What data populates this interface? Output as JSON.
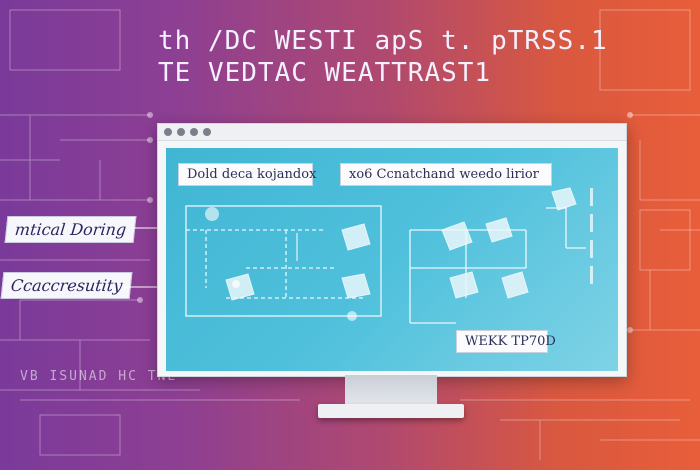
{
  "headline": {
    "line1": "th /DC WESTI apS t. pTRSS.1",
    "line2": "TE VEDTAC  WEATTRAST1"
  },
  "side_labels": {
    "top": "mtical Doring",
    "bottom": "Ccaccresutity"
  },
  "faint_text": "VB ISUNAD HC TNE",
  "screen": {
    "field_left": "Dold deca kojandox",
    "field_right": "xo6 Ccnatchand weedo lirior",
    "field_bottom": "WEKK TP70D"
  },
  "colors": {
    "screen_blue": "#40b6d3",
    "bg_purple": "#7a3a9a",
    "bg_orange": "#e85e3a"
  }
}
